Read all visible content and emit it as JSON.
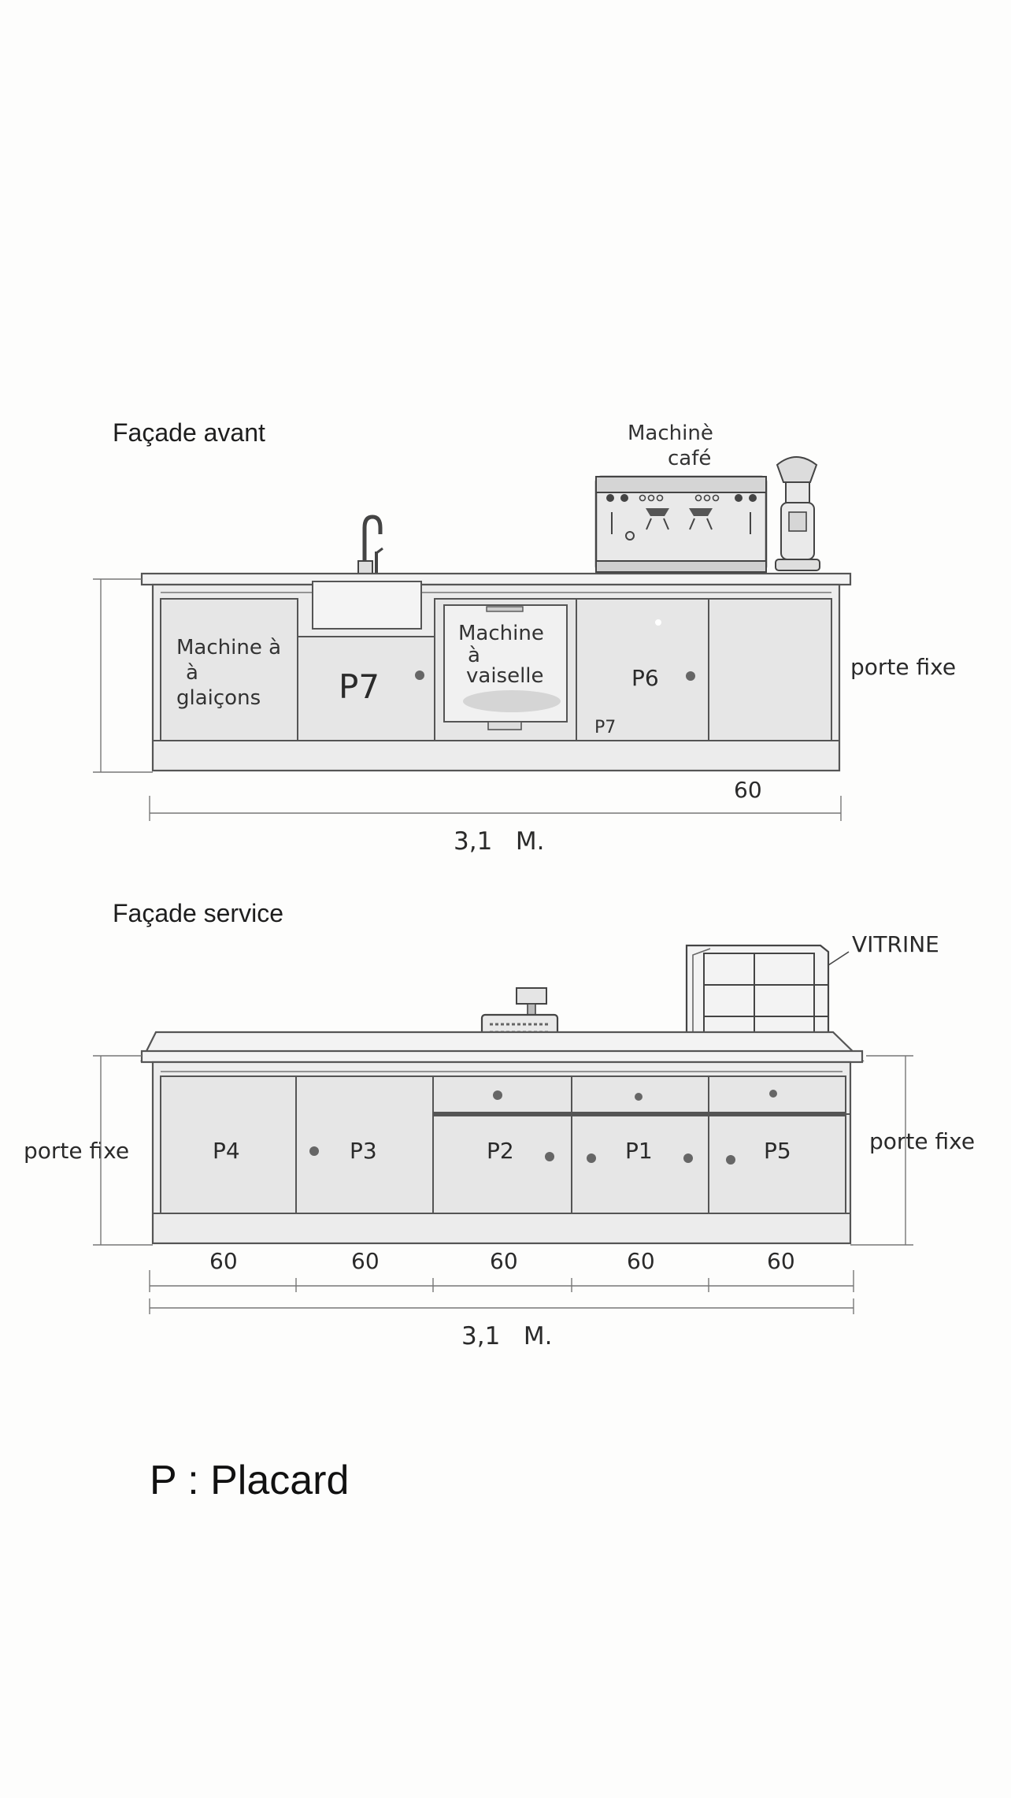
{
  "front": {
    "title": "Façade avant",
    "coffee_label_1": "Machinè",
    "coffee_label_2": "café",
    "ice_label_1": "Machine à",
    "ice_label_2": "à",
    "ice_label_3": "glaiçons",
    "cabinet_p7_main": "P7",
    "dish_label_1": "Machine",
    "dish_label_2": "à",
    "dish_label_3": "vaiselle",
    "cabinet_p6": "P6",
    "cabinet_p7_small": "P7",
    "fixed_door": "porte fixe",
    "dim_60": "60",
    "total_length": "3,1   M."
  },
  "service": {
    "title": "Façade service",
    "display_label": "VITRINE",
    "cabinets": [
      "P4",
      "P3",
      "P2",
      "P1",
      "P5"
    ],
    "fixed_door_left": "porte fixe",
    "fixed_door_right": "porte fixe",
    "widths": [
      "60",
      "60",
      "60",
      "60",
      "60"
    ],
    "total_length": "3,1   M."
  },
  "legend": {
    "text": "P : Placard"
  }
}
